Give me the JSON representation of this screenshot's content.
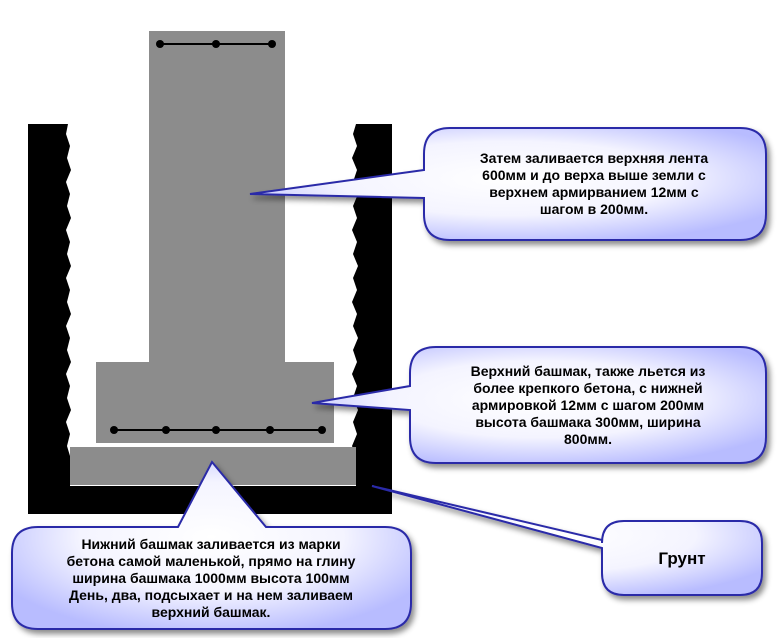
{
  "colors": {
    "soil": "#000000",
    "concrete": "#8c8c8c",
    "rebar": "#000000",
    "callout_fill_center": "#ffffff",
    "callout_fill_edge": "#b8bcff",
    "callout_stroke": "#2a2aa8"
  },
  "callouts": {
    "top_strip": {
      "lines": [
        "Затем заливается верхняя лента",
        "600мм и до верха выше земли с",
        "верхнем армирванием 12мм с",
        "шагом в 200мм."
      ]
    },
    "upper_footing": {
      "lines": [
        "Верхний башмак, также льется из",
        "более крепкого бетона, с нижней",
        "армировкой 12мм с шагом 200мм",
        "высота башмака 300мм, ширина",
        "800мм."
      ]
    },
    "lower_footing": {
      "lines": [
        "Нижний башмак заливается из марки",
        "бетона самой маленькой, прямо на глину",
        "ширина башмака 1000мм высота 100мм",
        "День, два, подсыхает и на нем заливаем",
        "верхний башмак."
      ]
    },
    "soil": {
      "label": "Грунт"
    }
  }
}
